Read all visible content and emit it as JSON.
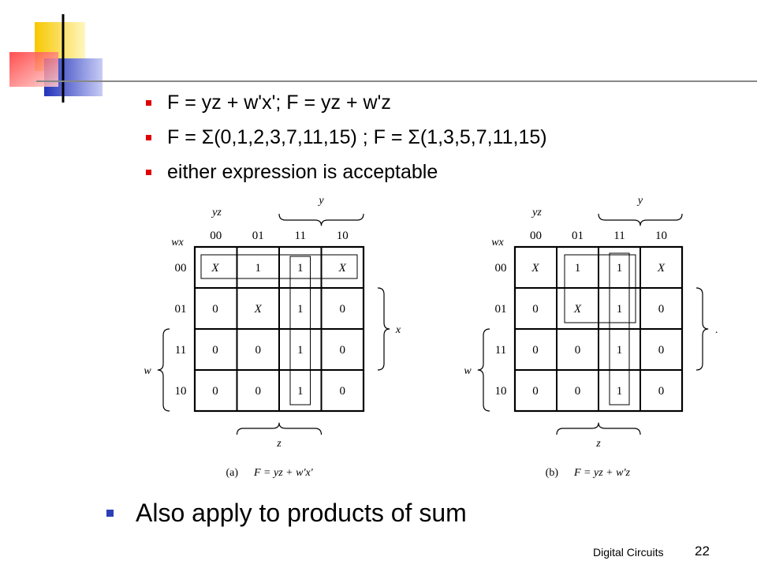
{
  "slide": {
    "bullets": [
      "F = yz + w'x'; F = yz + w'z",
      "F = Σ(0,1,2,3,7,11,15) ; F = Σ(1,3,5,7,11,15)",
      "either expression is acceptable"
    ],
    "main_bullet": "Also apply to products of sum",
    "footer_label": "Digital Circuits",
    "page_number": "22",
    "colors": {
      "bullet_small": "#e00000",
      "bullet_big": "#2b3fb8",
      "deco_yellow": "#f7d21a",
      "deco_red": "#ff4040",
      "deco_blue": "#3344cc"
    }
  },
  "kmaps": [
    {
      "var_label_rows": "wx",
      "var_label_cols": "yz",
      "col_headers": [
        "00",
        "01",
        "11",
        "10"
      ],
      "row_headers": [
        "00",
        "01",
        "11",
        "10"
      ],
      "cells": [
        [
          "X",
          "1",
          "1",
          "X"
        ],
        [
          "0",
          "X",
          "1",
          "0"
        ],
        [
          "0",
          "0",
          "1",
          "0"
        ],
        [
          "0",
          "0",
          "1",
          "0"
        ]
      ],
      "brace_y": "y",
      "brace_x": "x",
      "brace_w": "w",
      "brace_z": "z",
      "caption_prefix": "(a)",
      "caption_expr": "F = yz + w'x'"
    },
    {
      "var_label_rows": "wx",
      "var_label_cols": "yz",
      "col_headers": [
        "00",
        "01",
        "11",
        "10"
      ],
      "row_headers": [
        "00",
        "01",
        "11",
        "10"
      ],
      "cells": [
        [
          "X",
          "1",
          "1",
          "X"
        ],
        [
          "0",
          "X",
          "1",
          "0"
        ],
        [
          "0",
          "0",
          "1",
          "0"
        ],
        [
          "0",
          "0",
          "1",
          "0"
        ]
      ],
      "brace_y": "y",
      "brace_x": ".",
      "brace_w": "w",
      "brace_z": "z",
      "caption_prefix": "(b)",
      "caption_expr": "F = yz + w'z"
    }
  ]
}
